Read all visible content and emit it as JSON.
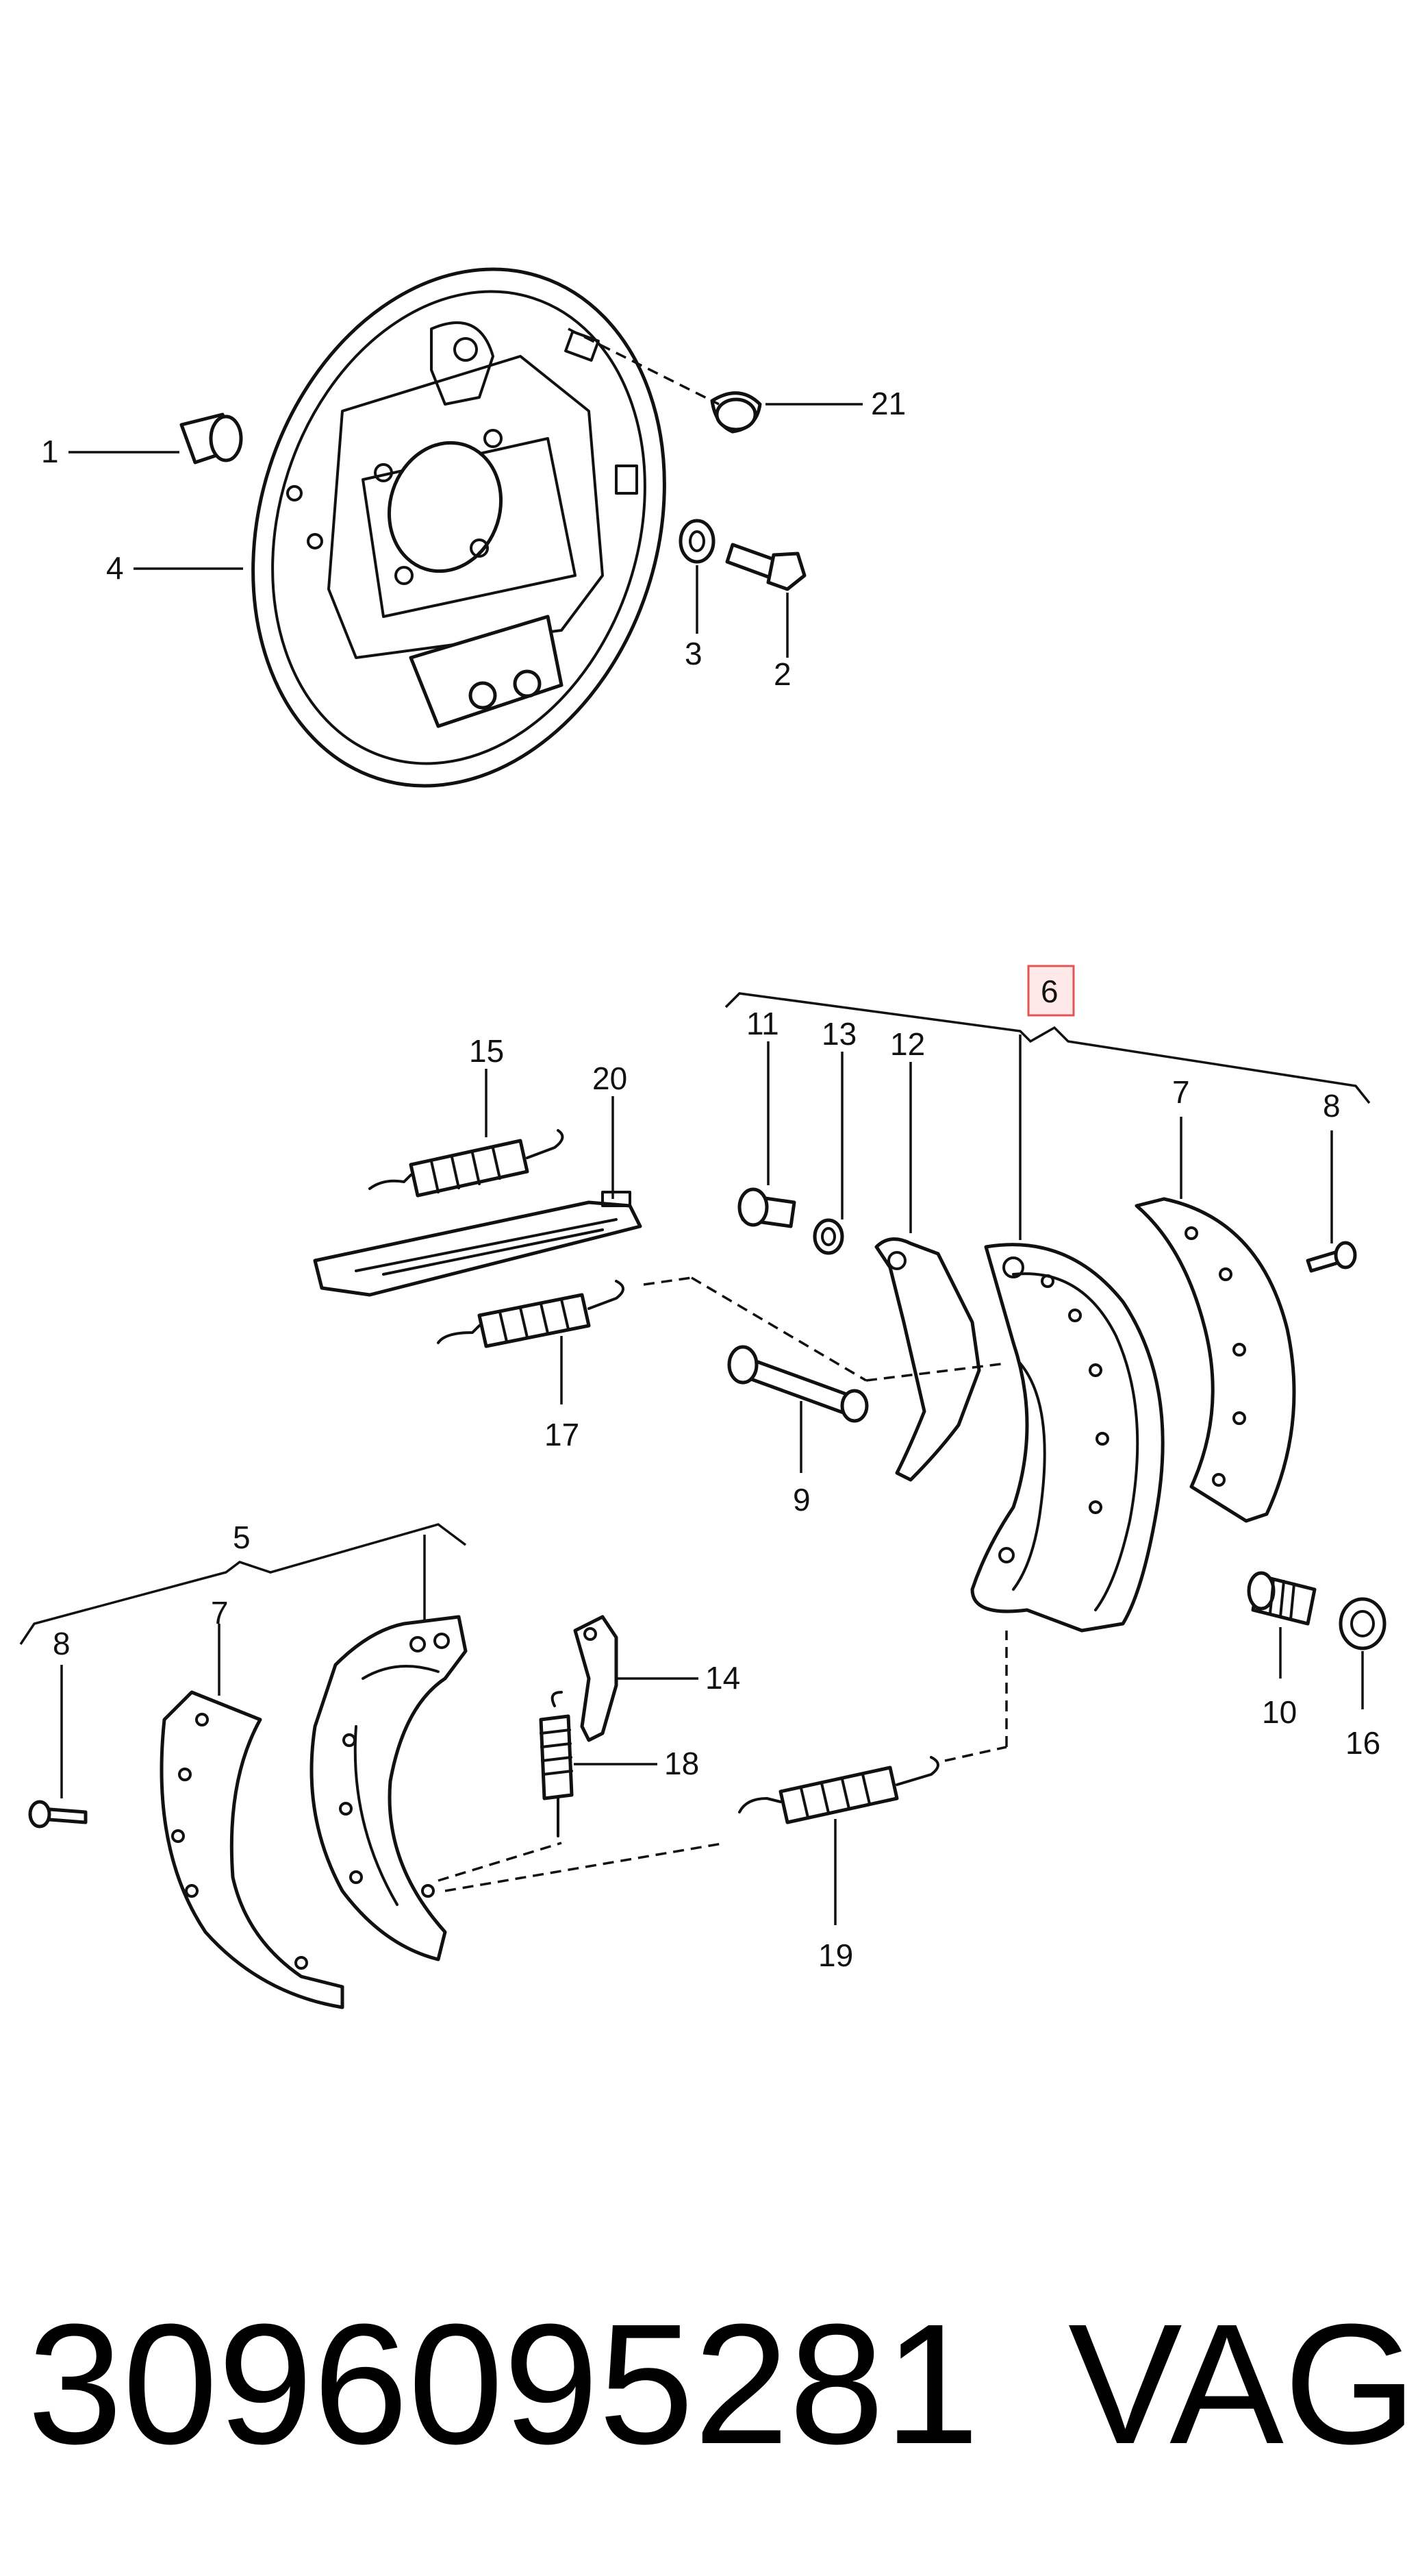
{
  "diagram": {
    "callouts": {
      "c1": "1",
      "c2": "2",
      "c3": "3",
      "c4": "4",
      "c5": "5",
      "c6": "6",
      "c7a": "7",
      "c7b": "7",
      "c8a": "8",
      "c8b": "8",
      "c9": "9",
      "c10": "10",
      "c11": "11",
      "c12": "12",
      "c13": "13",
      "c14": "14",
      "c15": "15",
      "c16": "16",
      "c17": "17",
      "c18": "18",
      "c19": "19",
      "c20": "20",
      "c21": "21"
    },
    "highlighted_callout": "6",
    "highlight_color": "#e05555"
  },
  "footer": {
    "part_number": "3096095281",
    "brand": "VAG"
  }
}
